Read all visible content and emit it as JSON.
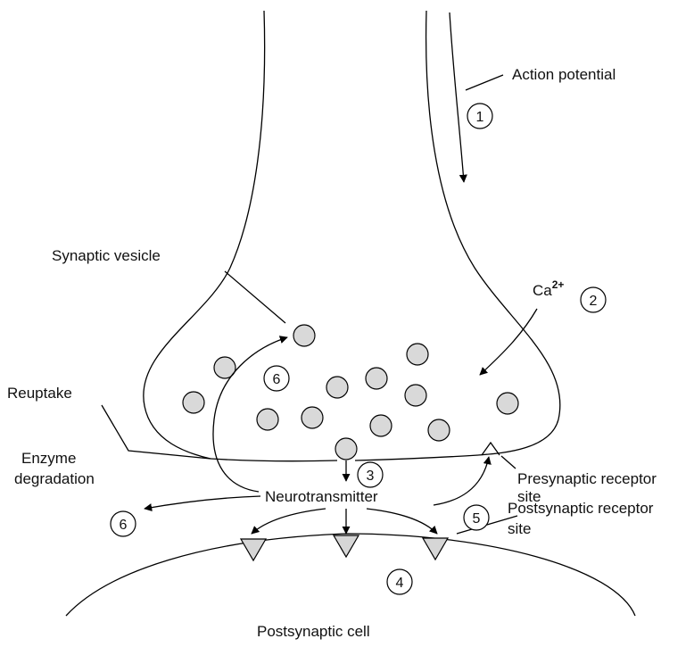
{
  "labels": {
    "action_potential": "Action potential",
    "synaptic_vesicle": "Synaptic vesicle",
    "calcium": "Ca",
    "calcium_charge": "2+",
    "reuptake": "Reuptake",
    "enzyme_line1": "Enzyme",
    "enzyme_line2": "degradation",
    "neurotransmitter": "Neurotransmitter",
    "presynaptic_line1": "Presynaptic receptor",
    "presynaptic_line2": "site",
    "postsynaptic_receptor_line1": "Postsynaptic receptor",
    "postsynaptic_receptor_line2": "site",
    "postsynaptic_cell": "Postsynaptic cell"
  },
  "steps": {
    "s1": "1",
    "s2": "2",
    "s3": "3",
    "s4": "4",
    "s5": "5",
    "s6_reuptake": "6",
    "s6_enzyme": "6"
  },
  "colors": {
    "vesicle_fill": "#d9d9d9",
    "receptor_fill": "#d6d6d6",
    "line": "#000000"
  }
}
